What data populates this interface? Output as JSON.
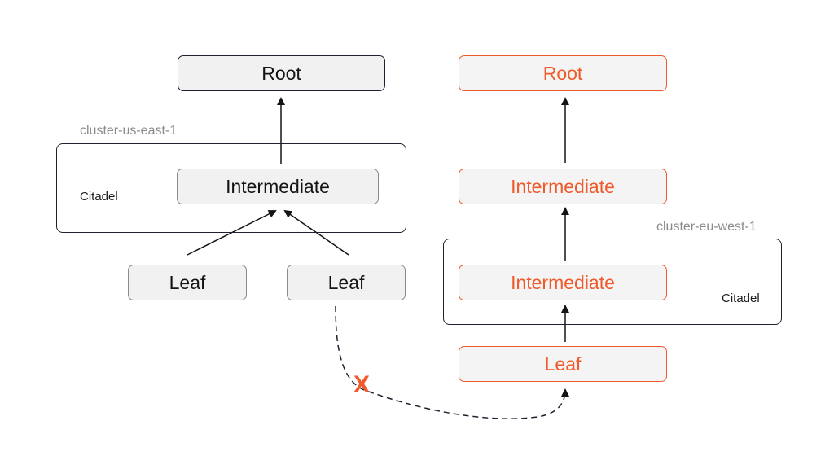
{
  "left": {
    "root": "Root",
    "intermediate": "Intermediate",
    "leaf_1": "Leaf",
    "leaf_2": "Leaf",
    "cluster_label": "cluster-us-east-1",
    "citadel": "Citadel"
  },
  "right": {
    "root": "Root",
    "intermediate_1": "Intermediate",
    "intermediate_2": "Intermediate",
    "leaf": "Leaf",
    "cluster_label": "cluster-eu-west-1",
    "citadel": "Citadel"
  },
  "cross_link_mark": "X",
  "colors": {
    "accent": "#f05a2a",
    "border_dark": "#1e2230",
    "box_fill": "#f1f1f1",
    "muted_label": "#8a8a8a"
  }
}
